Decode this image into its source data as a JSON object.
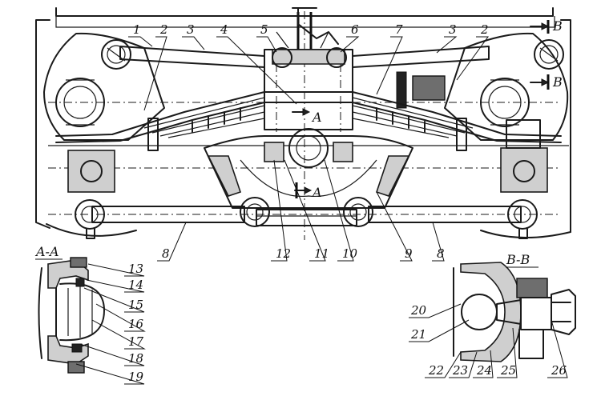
{
  "callouts": [
    {
      "id": "1",
      "text": "1"
    },
    {
      "id": "2a",
      "text": "2"
    },
    {
      "id": "3a",
      "text": "3"
    },
    {
      "id": "4",
      "text": "4"
    },
    {
      "id": "5",
      "text": "5"
    },
    {
      "id": "6",
      "text": "6"
    },
    {
      "id": "7",
      "text": "7"
    },
    {
      "id": "3b",
      "text": "3"
    },
    {
      "id": "2b",
      "text": "2"
    },
    {
      "id": "8a",
      "text": "8"
    },
    {
      "id": "12",
      "text": "12"
    },
    {
      "id": "11",
      "text": "11"
    },
    {
      "id": "10",
      "text": "10"
    },
    {
      "id": "9",
      "text": "9"
    },
    {
      "id": "8b",
      "text": "8"
    },
    {
      "id": "13",
      "text": "13"
    },
    {
      "id": "14",
      "text": "14"
    },
    {
      "id": "15",
      "text": "15"
    },
    {
      "id": "16",
      "text": "16"
    },
    {
      "id": "17",
      "text": "17"
    },
    {
      "id": "18",
      "text": "18"
    },
    {
      "id": "19",
      "text": "19"
    },
    {
      "id": "20",
      "text": "20"
    },
    {
      "id": "21",
      "text": "21"
    },
    {
      "id": "22",
      "text": "22"
    },
    {
      "id": "23",
      "text": "23"
    },
    {
      "id": "24",
      "text": "24"
    },
    {
      "id": "25",
      "text": "25"
    },
    {
      "id": "26",
      "text": "26"
    }
  ],
  "section_marks": {
    "section_aa": "A-A",
    "section_bb": "B-B",
    "mark_a_top": "A",
    "mark_a_bottom": "A",
    "mark_b_top": "B",
    "mark_b_bottom": "B"
  }
}
